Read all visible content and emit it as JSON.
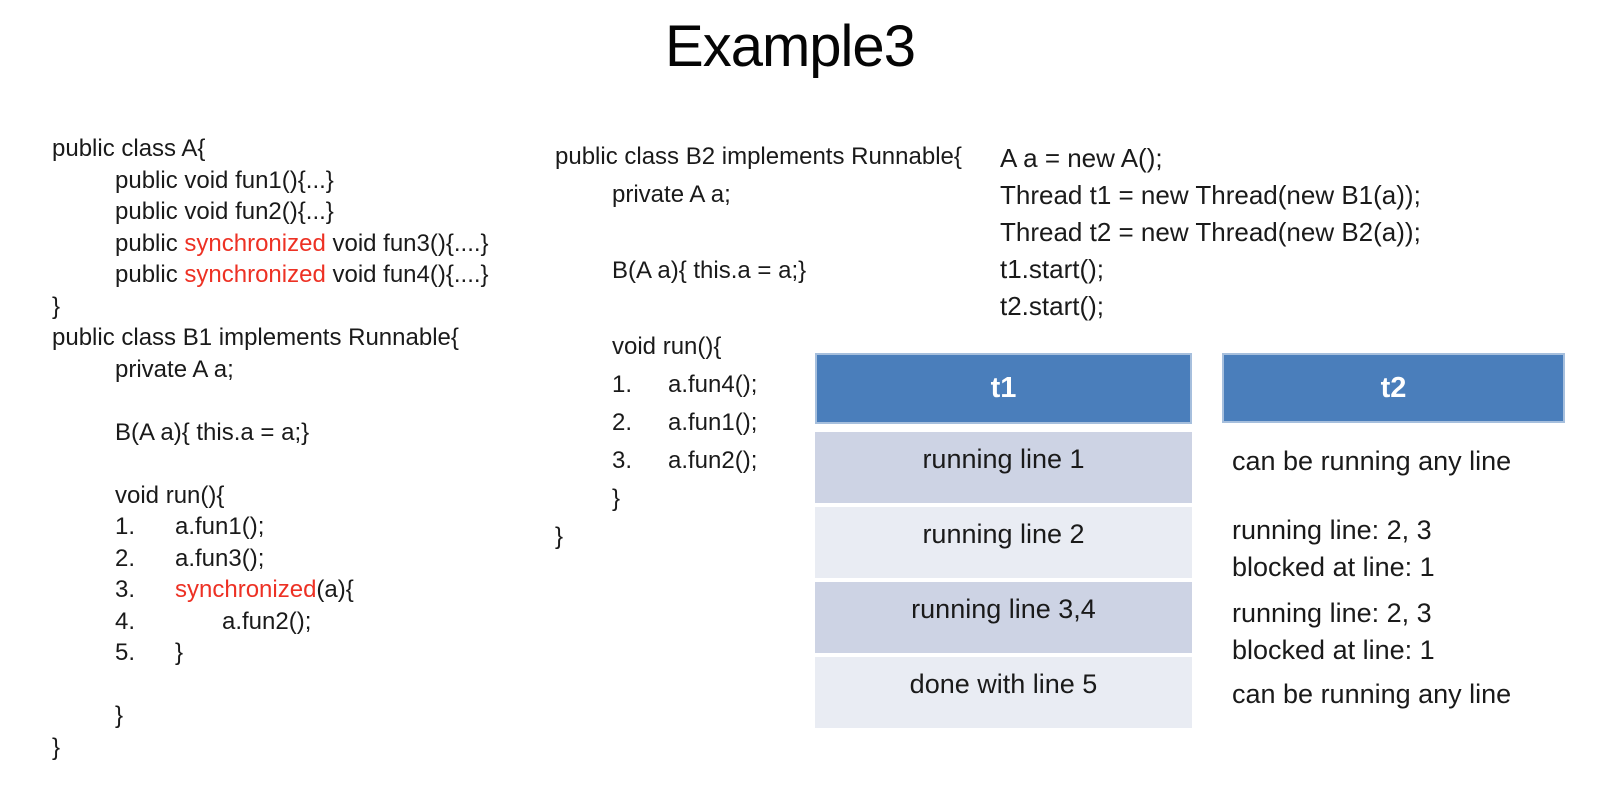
{
  "title": "Example3",
  "colors": {
    "header_blue": "#4a7ebb",
    "header_border": "#a6bfdd",
    "header_text": "#ffffff",
    "band_dark": "#cdd3e4",
    "band_light": "#e9ecf3",
    "keyword_red": "#ed3124",
    "text": "#1a1a1a",
    "title": "#050505"
  },
  "code_left": {
    "pub": "public ",
    "sync": "synchronized",
    "a_open": "public class A{",
    "a_f1": "public void fun1(){...}",
    "a_f2": "public void fun2(){...}",
    "a_f3": " void fun3(){....}",
    "a_f4": " void fun4(){....}",
    "a_close": "}",
    "b1_open": "public class B1 implements Runnable{",
    "b1_field": "private A a;",
    "b1_ctor": "B(A a){ this.a = a;}",
    "b1_run": "void run(){",
    "n1": "1.",
    "n2": "2.",
    "n3": "3.",
    "n4": "4.",
    "n5": "5.",
    "b1_l1": "a.fun1();",
    "b1_l2": "a.fun3();",
    "b1_l3_post": "(a){",
    "b1_l4": "a.fun2();",
    "b1_l5": "}",
    "run_close": "}",
    "b1_close": "}"
  },
  "code_mid": {
    "b2_open": "public class B2 implements Runnable{",
    "field": "private A a;",
    "ctor": "B(A a){ this.a = a;}",
    "run_open": "void run(){",
    "n1": "1.",
    "n2": "2.",
    "n3": "3.",
    "l1": "a.fun4();",
    "l2": "a.fun1();",
    "l3": "a.fun2();",
    "run_close": "}",
    "b2_close": "}"
  },
  "code_main": {
    "l1": "A a = new A();",
    "l2": "Thread t1 = new Thread(new B1(a));",
    "l3": "Thread t2 = new Thread(new B2(a));",
    "l4": "t1.start();",
    "l5": "t2.start();"
  },
  "tables": {
    "t1": {
      "header": "t1",
      "rows": [
        "running line 1",
        "running line 2",
        "running line 3,4",
        "done with line 5"
      ]
    },
    "t2": {
      "header": "t2",
      "rows": [
        [
          "can be running any line"
        ],
        [
          "running line: 2, 3",
          "blocked at line: 1"
        ],
        [
          "running line: 2, 3",
          "blocked at line: 1"
        ],
        [
          "can be running any line"
        ]
      ]
    }
  }
}
